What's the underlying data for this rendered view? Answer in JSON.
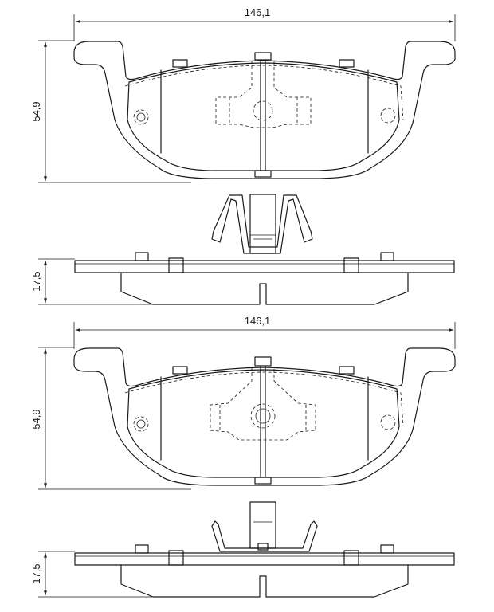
{
  "dimensions": {
    "top_view_1": {
      "width": "146,1",
      "height": "54,9"
    },
    "side_view_1": {
      "thickness": "17,5"
    },
    "top_view_2": {
      "width": "146,1",
      "height": "54,9"
    },
    "side_view_2": {
      "thickness": "17,5"
    }
  }
}
